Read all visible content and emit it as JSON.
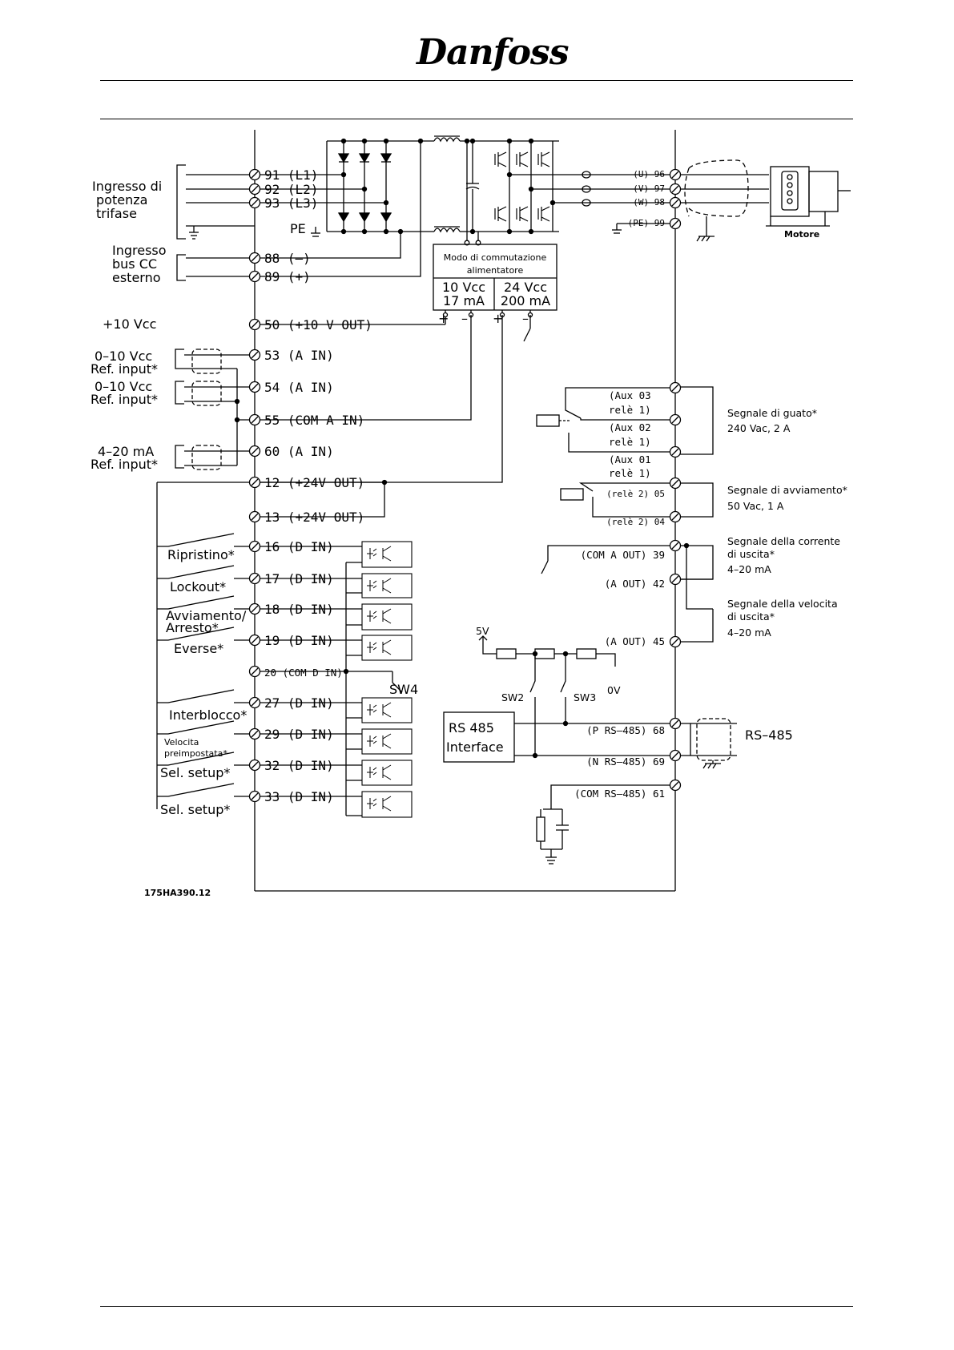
{
  "brand": "Danfoss",
  "labels": {
    "mains_input": [
      "Ingresso di",
      "potenza",
      "trifase"
    ],
    "dc_bus_input": [
      "Ingresso",
      "bus CC",
      "esterno"
    ],
    "plus10v": "+10 Vcc",
    "ref_054_1": [
      "0–10 Vcc",
      "Ref. input*"
    ],
    "ref_054_2": [
      "0–10 Vcc",
      "Ref. input*"
    ],
    "ref_420": [
      "4–20 mA",
      "Ref. input*"
    ],
    "reset": "Ripristino*",
    "lockout": "Lockout*",
    "start_stop": [
      "Avviamento/",
      "Arresto*"
    ],
    "reverse": "Everse*",
    "interlock": "Interblocco*",
    "preset_speed": [
      "Velocita",
      "preimpostata*"
    ],
    "setup1": "Sel. setup*",
    "setup2": "Sel. setup*",
    "fault_signal": [
      "Segnale di guato*",
      "240 Vac, 2 A"
    ],
    "start_signal": [
      "Segnale di avviamento*",
      "50 Vac, 1 A"
    ],
    "current_out": [
      "Segnale della corrente",
      "di uscita*",
      "4–20 mA"
    ],
    "speed_out": [
      "Segnale della velocita",
      "di uscita*",
      "4–20 mA"
    ],
    "rs485_label": "RS–485",
    "motor": "Motore",
    "pe": "PE",
    "smps": [
      "Modo di commutazione",
      "alimentatore"
    ],
    "smps_10v": [
      "10 Vcc",
      "17 mA"
    ],
    "smps_24v": [
      "24 Vcc",
      "200 mA"
    ],
    "sw2": "SW2",
    "sw3": "SW3",
    "sw4": "SW4",
    "v5": "5V",
    "v0": "0V",
    "rs485_box": [
      "RS 485",
      "Interface"
    ],
    "doc_code": "175HA390.12",
    "plus": "+",
    "minus": "–"
  },
  "left_terminals": [
    "91 (L1)",
    "92 (L2)",
    "93 (L3)",
    "88 (–)",
    "89 (+)",
    "50 (+10 V OUT)",
    "53 (A IN)",
    "54 (A IN)",
    "55 (COM A IN)",
    "60 (A IN)",
    "12 (+24V OUT)",
    "13 (+24V OUT)",
    "16 (D IN)",
    "17 (D IN)",
    "18 (D IN)",
    "19 (D IN)",
    "20 (COM D IN)",
    "27 (D IN)",
    "29 (D IN)",
    "32 (D IN)",
    "33 (D IN)"
  ],
  "right_terminals": [
    "(U) 96",
    "(V) 97",
    "(W) 98",
    "(PE) 99",
    "(Aux 03",
    "relè 1)",
    "(Aux 02",
    "relè 1)",
    "(Aux 01",
    "relè 1)",
    "(relè 2) 05",
    "(relè 2) 04",
    "(COM A OUT) 39",
    "(A OUT) 42",
    "(A OUT) 45",
    "(P RS–485) 68",
    "(N RS–485) 69",
    "(COM RS–485) 61"
  ]
}
